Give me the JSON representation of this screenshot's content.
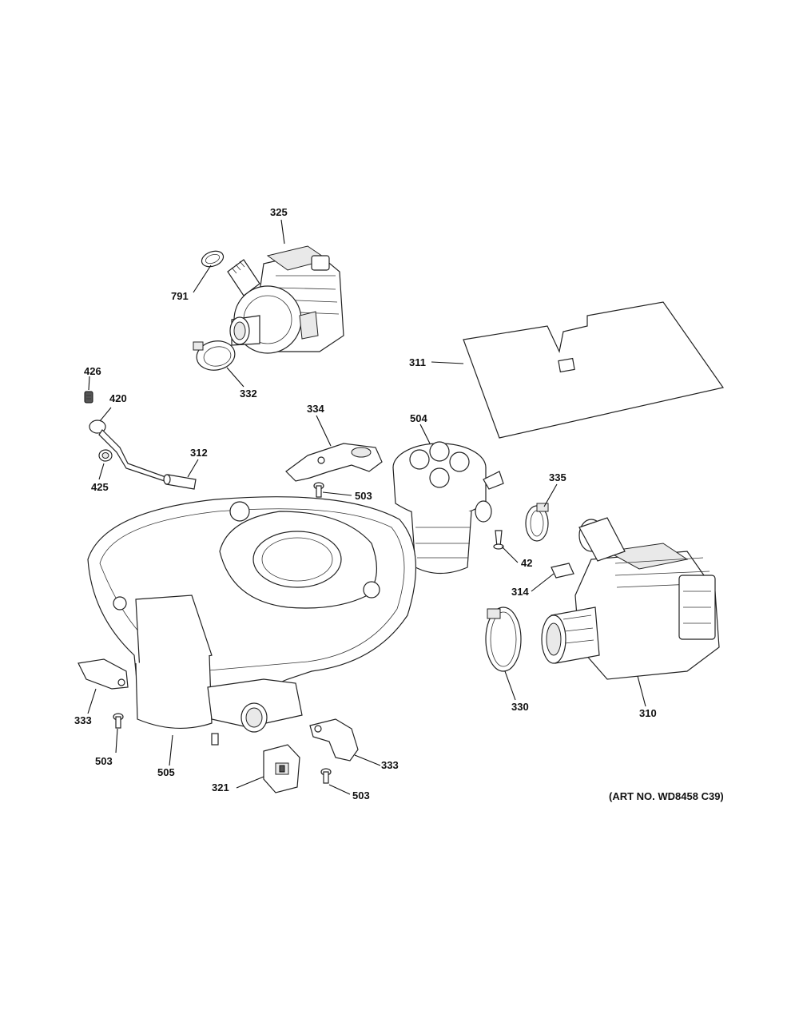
{
  "callouts": {
    "c325": "325",
    "c791": "791",
    "c332": "332",
    "c311": "311",
    "c426": "426",
    "c420": "420",
    "c425": "425",
    "c312": "312",
    "c334": "334",
    "c503a": "503",
    "c504": "504",
    "c335": "335",
    "c42": "42",
    "c314": "314",
    "c330": "330",
    "c310": "310",
    "c333a": "333",
    "c503b": "503",
    "c505": "505",
    "c321": "321",
    "c333b": "333",
    "c503c": "503"
  },
  "art_number": "(ART NO. WD8458 C39)"
}
